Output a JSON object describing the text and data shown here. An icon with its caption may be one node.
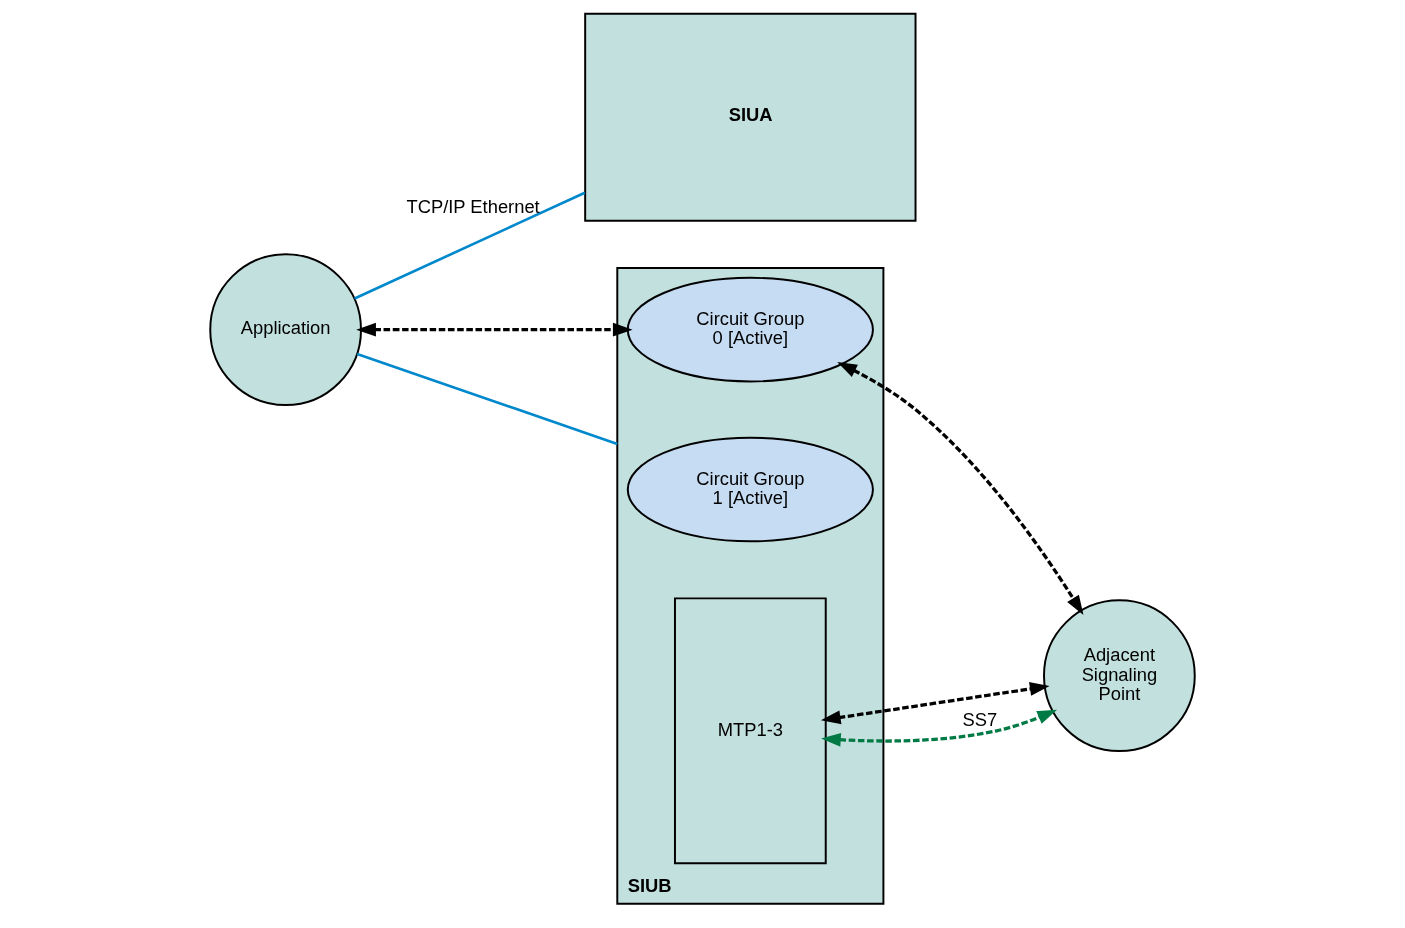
{
  "diagram": {
    "nodes": [
      {
        "text": [
          "Application"
        ]
      },
      {
        "text": [
          "SIUA"
        ]
      },
      {
        "text": [
          "SIUB"
        ]
      },
      {
        "text": [
          "Circuit Group 0 [Active]"
        ],
        "in": 2
      },
      {
        "text": [
          "Circuit Group 1 [Active]"
        ],
        "in": 2
      },
      {
        "text": [
          "MTP1-3"
        ],
        "in": 2
      },
      {
        "text": [
          "Adjacent Signaling Point"
        ]
      }
    ],
    "edges": [
      {
        "from": 0,
        "to": 1,
        "arrow": "none",
        "label": "TCP/IP Ethernet",
        "color": "#0088cc"
      },
      {
        "from": 0,
        "to": 2,
        "arrow": "none",
        "color": "#0088cc"
      },
      {
        "from": 0,
        "to": 3,
        "arrow": "both",
        "style": "dashed"
      },
      {
        "from": 3,
        "to": 6,
        "arrow": "both",
        "style": "dashed"
      },
      {
        "from": 5,
        "to": 6,
        "arrow": "both",
        "style": "dashed"
      },
      {
        "from": 5,
        "to": 6,
        "arrow": "both",
        "style": "dashed",
        "color": "#007a45",
        "label": "SS7"
      }
    ]
  }
}
